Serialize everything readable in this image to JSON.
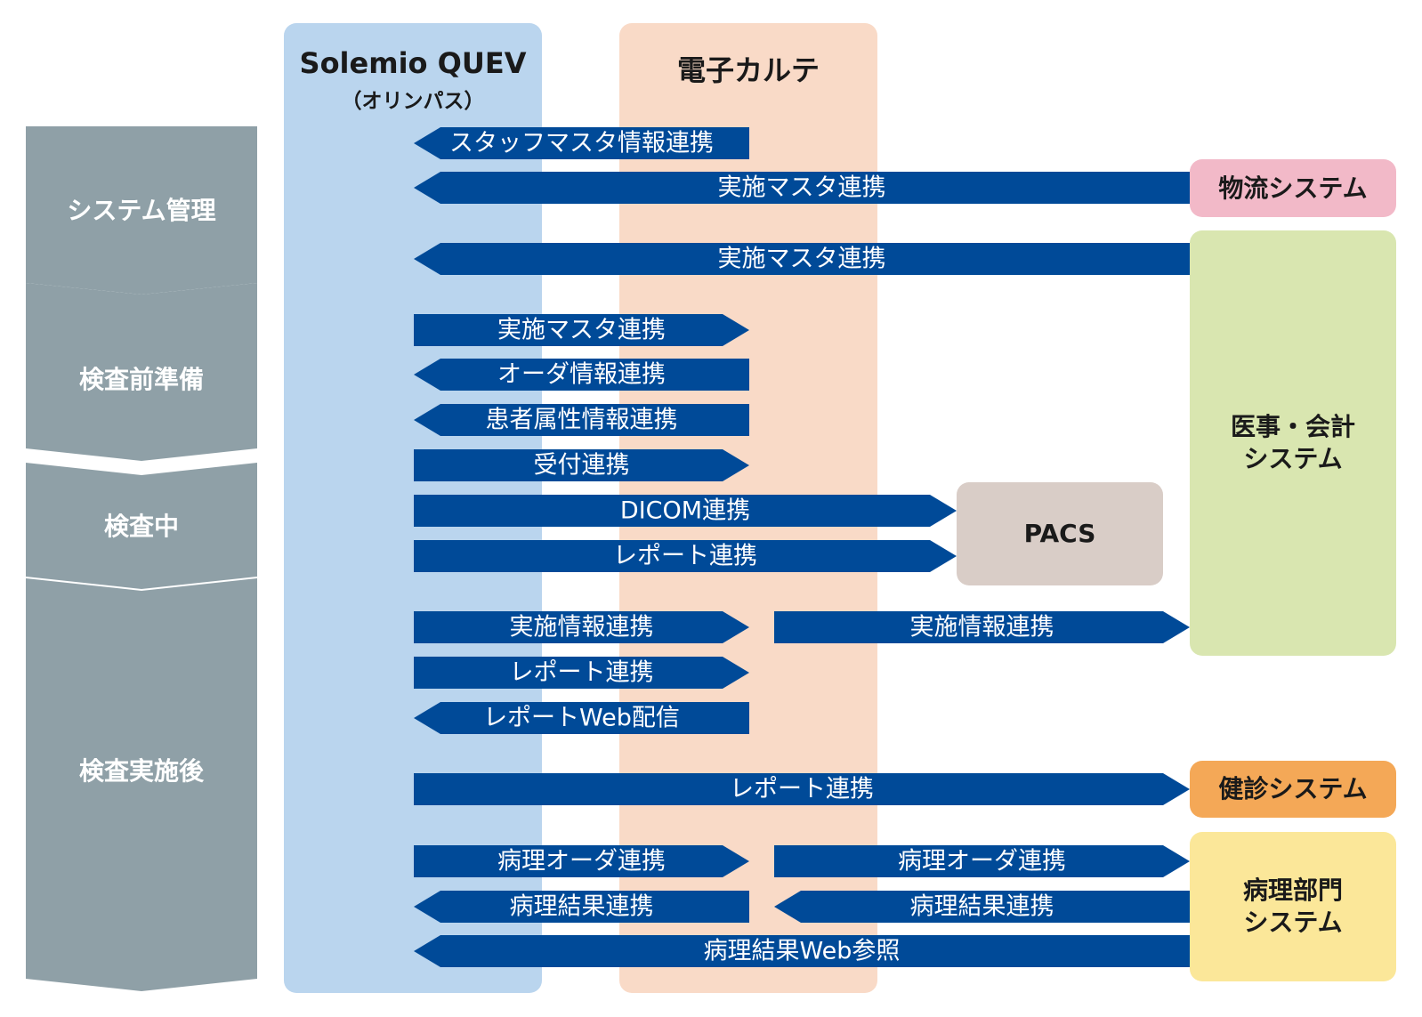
{
  "colors": {
    "phase": "#8fa0a7",
    "solemio_bg": "#bad5ee",
    "emr_bg": "#f9dac7",
    "arrow": "#004a98",
    "logistics": "#f2b9c8",
    "accounting": "#d9e6b0",
    "pacs": "#d9cdc7",
    "checkup": "#f4a857",
    "pathology": "#fbe799"
  },
  "columns": {
    "solemio": {
      "title": "Solemio QUEV",
      "subtitle": "（オリンパス）"
    },
    "emr": {
      "title": "電子カルテ"
    }
  },
  "phases": [
    {
      "label": "システム管理"
    },
    {
      "label": "検査前準備"
    },
    {
      "label": "検査中"
    },
    {
      "label": "検査実施後"
    }
  ],
  "systems": {
    "logistics": "物流システム",
    "accounting": "医事・会計\nシステム",
    "pacs": "PACS",
    "checkup": "健診システム",
    "pathology": "病理部門\nシステム"
  },
  "arrows": [
    {
      "label": "スタッフマスタ情報連携",
      "dir": "left"
    },
    {
      "label": "実施マスタ連携",
      "dir": "left"
    },
    {
      "label": "実施マスタ連携",
      "dir": "left"
    },
    {
      "label": "実施マスタ連携",
      "dir": "right"
    },
    {
      "label": "オーダ情報連携",
      "dir": "left"
    },
    {
      "label": "患者属性情報連携",
      "dir": "left"
    },
    {
      "label": "受付連携",
      "dir": "right"
    },
    {
      "label": "DICOM連携",
      "dir": "right"
    },
    {
      "label": "レポート連携",
      "dir": "right"
    },
    {
      "label": "実施情報連携",
      "dir": "right"
    },
    {
      "label": "実施情報連携",
      "dir": "right"
    },
    {
      "label": "レポート連携",
      "dir": "right"
    },
    {
      "label": "レポートWeb配信",
      "dir": "left"
    },
    {
      "label": "レポート連携",
      "dir": "right"
    },
    {
      "label": "病理オーダ連携",
      "dir": "right"
    },
    {
      "label": "病理オーダ連携",
      "dir": "right"
    },
    {
      "label": "病理結果連携",
      "dir": "left"
    },
    {
      "label": "病理結果連携",
      "dir": "left"
    },
    {
      "label": "病理結果Web参照",
      "dir": "left"
    }
  ]
}
